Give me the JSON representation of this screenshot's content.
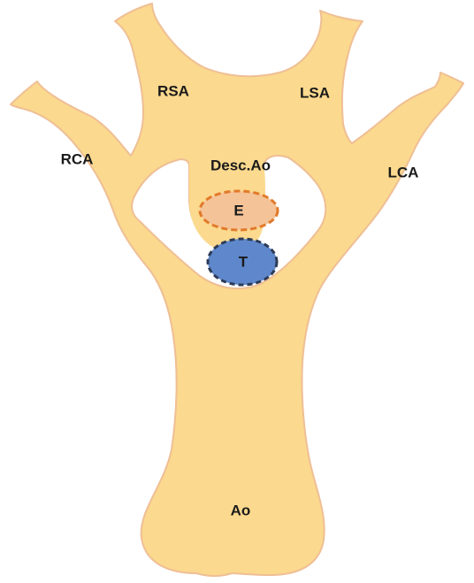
{
  "diagram": {
    "labels": {
      "rsa": "RSA",
      "lsa": "LSA",
      "rca": "RCA",
      "lca": "LCA",
      "desc_ao": "Desc.Ao",
      "esophagus": "E",
      "trachea": "T",
      "ao": "Ao"
    },
    "colors": {
      "vessel_fill": "#fbd98e",
      "vessel_stroke": "#efbf95",
      "window_fill": "#ffffff",
      "esophagus_fill": "#f5c398",
      "esophagus_stroke": "#e17a2a",
      "trachea_fill": "#5f88cc",
      "trachea_stroke": "#2c3b57"
    }
  }
}
